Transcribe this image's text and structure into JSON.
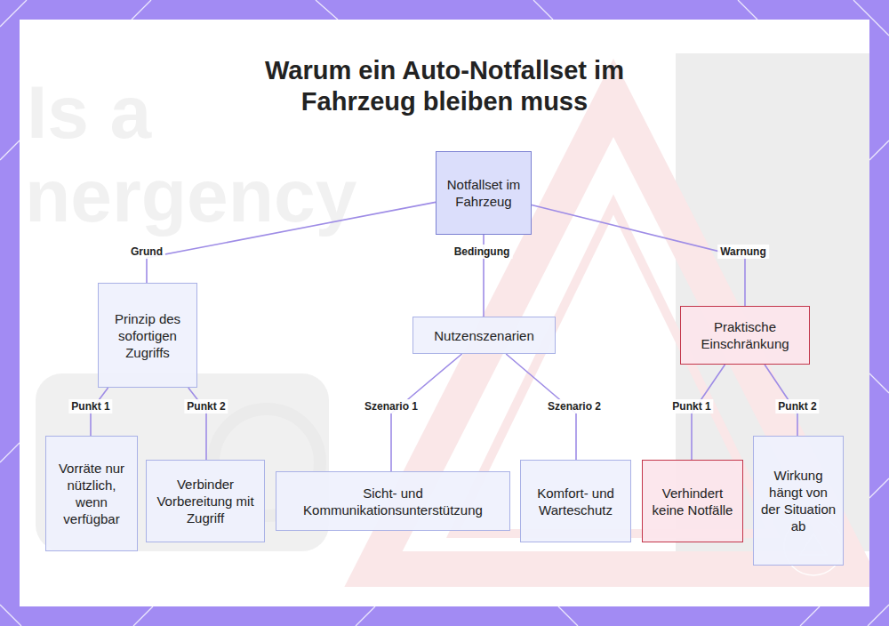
{
  "diagram": {
    "title": "Warum ein Auto-Notfallset im Fahrzeug bleiben muss",
    "nodes": [
      {
        "text": [
          "Notfallset im Fahrzeug"
        ]
      },
      {
        "text": [
          "Prinzip des sofortigen Zugriffs"
        ]
      },
      {
        "text": [
          "Nutzenszenarien"
        ]
      },
      {
        "text": [
          "Praktische Einschränkung"
        ]
      },
      {
        "text": [
          "Vorräte nur nützlich, wenn verfügbar"
        ]
      },
      {
        "text": [
          "Verbinder Vorbereitung mit Zugriff"
        ]
      },
      {
        "text": [
          "Sicht- und Kommunikationsunterstützung"
        ]
      },
      {
        "text": [
          "Komfort- und Warteschutz"
        ]
      },
      {
        "text": [
          "Verhindert keine Notfälle"
        ]
      },
      {
        "text": [
          "Wirkung hängt von der Situation ab"
        ]
      }
    ],
    "edges": [
      {
        "from": 0,
        "to": 1,
        "label": "Grund",
        "arrow": "none"
      },
      {
        "from": 0,
        "to": 2,
        "label": "Bedingung",
        "arrow": "none"
      },
      {
        "from": 0,
        "to": 3,
        "label": "Warnung",
        "arrow": "none"
      },
      {
        "from": 1,
        "to": 4,
        "label": "Punkt 1",
        "arrow": "none"
      },
      {
        "from": 1,
        "to": 5,
        "label": "Punkt 2",
        "arrow": "none"
      },
      {
        "from": 2,
        "to": 6,
        "label": "Szenario 1",
        "arrow": "none"
      },
      {
        "from": 2,
        "to": 7,
        "label": "Szenario 2",
        "arrow": "none"
      },
      {
        "from": 3,
        "to": 8,
        "label": "Punkt 1",
        "arrow": "none"
      },
      {
        "from": 3,
        "to": 9,
        "label": "Punkt 2",
        "arrow": "none"
      }
    ],
    "labels": [
      "Is a",
      "nergency"
    ]
  }
}
